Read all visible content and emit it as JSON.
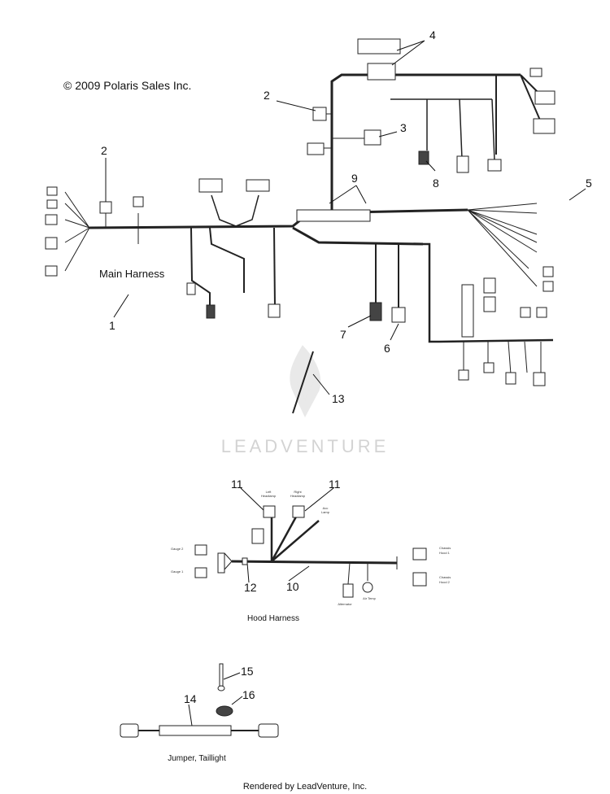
{
  "copyright": "© 2009 Polaris Sales Inc.",
  "watermark": "LEADVENTURE",
  "footer": "Rendered by LeadVenture, Inc.",
  "section_labels": {
    "main": "Main Harness",
    "hood": "Hood Harness",
    "jumper": "Jumper, Taillight"
  },
  "callouts": [
    "1",
    "2",
    "2",
    "3",
    "4",
    "5",
    "6",
    "7",
    "8",
    "9",
    "10",
    "11",
    "11",
    "12",
    "13",
    "14",
    "15",
    "16"
  ],
  "hood_labels": {
    "left_headlamp_1": "Left",
    "left_headlamp_2": "Headlamp",
    "right_headlamp_1": "Right",
    "right_headlamp_2": "Headlamp",
    "acc_lamp_1": "Acc",
    "acc_lamp_2": "Lamp",
    "gauge_2": "Gauge 2",
    "gauge_1": "Gauge 1",
    "chassis_hood_1a": "Chassis",
    "chassis_hood_1b": "Hood 1",
    "chassis_hood_2a": "Chassis",
    "chassis_hood_2b": "Hood 2",
    "alternator": "Alternator",
    "air_temp": "Air Temp"
  }
}
